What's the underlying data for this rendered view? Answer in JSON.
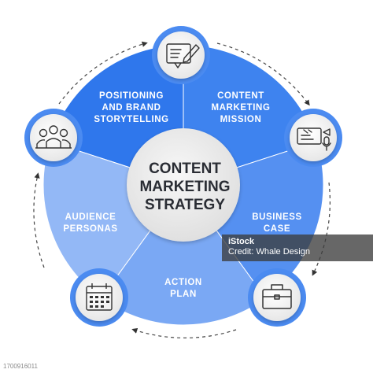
{
  "diagram": {
    "center": {
      "lines": [
        "CONTENT",
        "MARKETING",
        "STRATEGY"
      ]
    },
    "segments": [
      {
        "id": "positioning",
        "lines": [
          "POSITIONING",
          "AND BRAND",
          "STORYTELLING"
        ],
        "icon": "document-pencil-icon",
        "color": "#2f77ec"
      },
      {
        "id": "mission",
        "lines": [
          "CONTENT",
          "MARKETING",
          "MISSION"
        ],
        "icon": "video-microphone-icon",
        "color": "#3e83ef"
      },
      {
        "id": "business",
        "lines": [
          "BUSINESS",
          "CASE"
        ],
        "icon": "briefcase-icon",
        "color": "#5590f1"
      },
      {
        "id": "action",
        "lines": [
          "ACTION",
          "PLAN"
        ],
        "icon": "calendar-icon",
        "color": "#7aa8f4"
      },
      {
        "id": "audience",
        "lines": [
          "AUDIENCE",
          "PERSONAS"
        ],
        "icon": "people-group-icon",
        "color": "#93b8f6"
      }
    ],
    "colors": {
      "icon_ring": "#4b8bf1",
      "icon_fill": "#f4f4f4",
      "center_fill": "#e9e9e9",
      "text_dark": "#2a2d34"
    }
  },
  "watermark": {
    "brand": "iStock",
    "credit": "Credit: Whale Design"
  },
  "stock_id": "1700916011"
}
